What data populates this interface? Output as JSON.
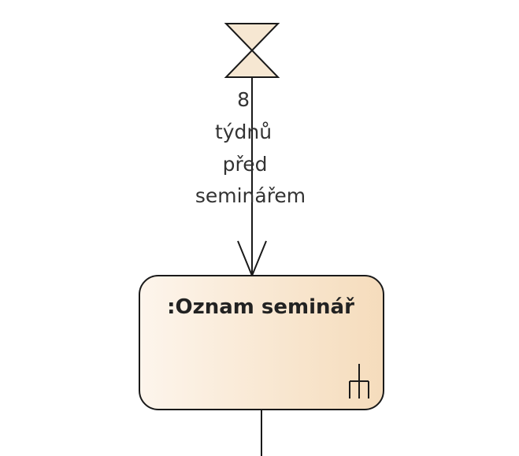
{
  "time_event": {
    "label_lines": [
      "8",
      "týdnů",
      "před",
      "seminářem"
    ]
  },
  "action": {
    "name": ":Oznam seminář",
    "icon": "call-behavior-rake-icon"
  },
  "colors": {
    "stroke": "#1a1a1a",
    "hourglass_fill": "#f6e7d2",
    "action_fill_light": "#fdf5ec",
    "action_fill_dark": "#f5dcbc",
    "text": "#333333"
  }
}
